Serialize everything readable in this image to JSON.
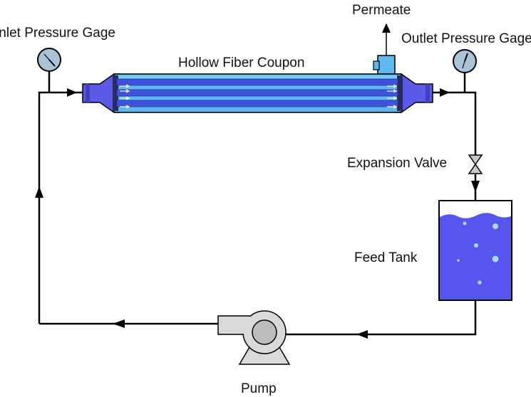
{
  "labels": {
    "inlet_gage": "Inlet Pressure Gage",
    "outlet_gage": "Outlet Pressure Gage",
    "coupon": "Hollow Fiber Coupon",
    "permeate": "Permeate",
    "valve": "Expansion Valve",
    "tank": "Feed Tank",
    "pump": "Pump"
  },
  "colors": {
    "line": "#000000",
    "module_shell": "#5db8f0",
    "module_end": "#5a5ae8",
    "fiber": "#3f52dc",
    "tank_liquid": "#5656ee",
    "pump_body": "#d9d9d9",
    "gage_face": "#a9c4d8",
    "bubble": "#a9d8ff"
  },
  "icons": [
    "pressure-gage-icon",
    "valve-icon",
    "pump-icon",
    "tank-icon"
  ]
}
